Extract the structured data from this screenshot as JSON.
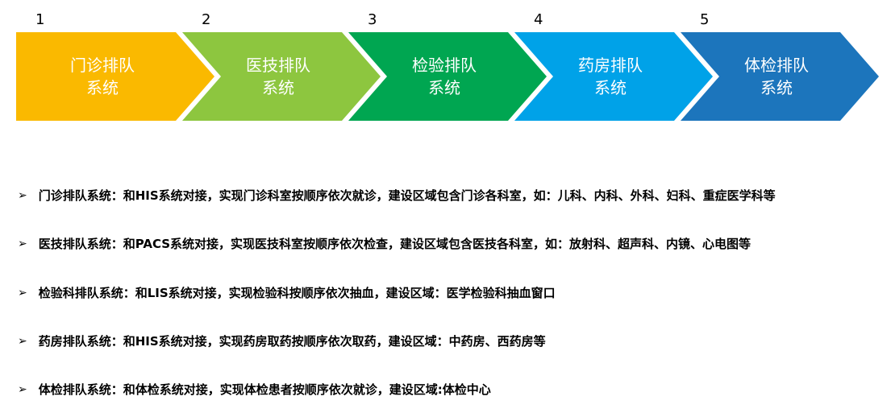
{
  "flow": {
    "steps": [
      {
        "number": "1",
        "title": "门诊排队",
        "subtitle": "系统",
        "color": "#FAB900"
      },
      {
        "number": "2",
        "title": "医技排队",
        "subtitle": "系统",
        "color": "#8DC63F"
      },
      {
        "number": "3",
        "title": "检验排队",
        "subtitle": "系统",
        "color": "#00A651"
      },
      {
        "number": "4",
        "title": "药房排队",
        "subtitle": "系统",
        "color": "#00A2E8"
      },
      {
        "number": "5",
        "title": "体检排队",
        "subtitle": "系统",
        "color": "#1C75BC"
      }
    ]
  },
  "bullets": {
    "marker": "➢",
    "items": [
      {
        "text": "门诊排队系统：和HIS系统对接，实现门诊科室按顺序依次就诊，建设区域包含门诊各科室，如：儿科、内科、外科、妇科、重症医学科等"
      },
      {
        "text": "医技排队系统：和PACS系统对接，实现医技科室按顺序依次检查，建设区域包含医技各科室，如：放射科、超声科、内镜、心电图等"
      },
      {
        "text": "检验科排队系统：和LIS系统对接，实现检验科按顺序依次抽血，建设区域：医学检验科抽血窗口"
      },
      {
        "text": "药房排队系统：和HIS系统对接，实现药房取药按顺序依次取药，建设区域：中药房、西药房等"
      },
      {
        "text": "体检排队系统：和体检系统对接，实现体检患者按顺序依次就诊，建设区域:体检中心"
      }
    ]
  }
}
